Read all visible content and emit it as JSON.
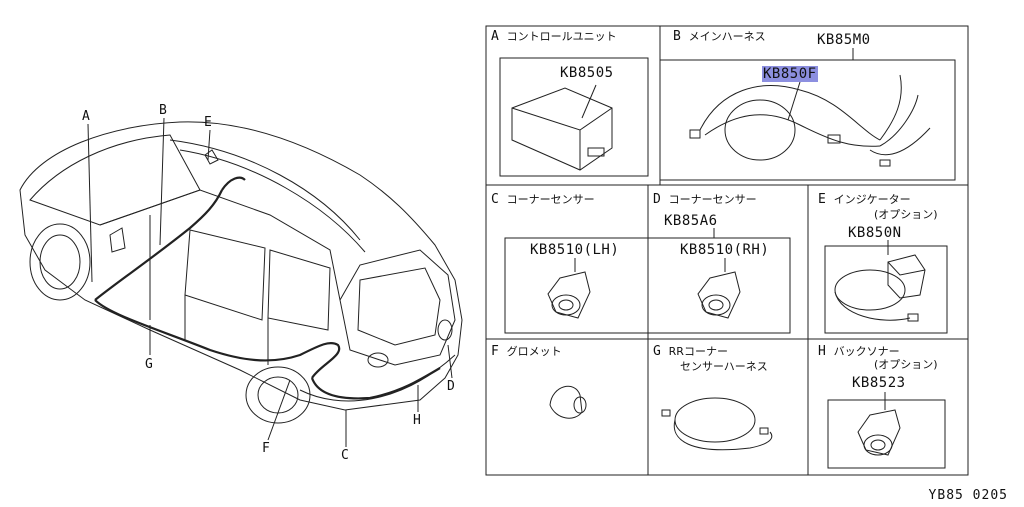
{
  "callouts": {
    "A": "A",
    "B": "B",
    "C": "C",
    "D": "D",
    "E": "E",
    "F": "F",
    "G": "G",
    "H": "H"
  },
  "panels": {
    "A": {
      "letter": "A",
      "title": "コントロールユニット",
      "part": "KB8505"
    },
    "B": {
      "letter": "B",
      "title": "メインハーネス",
      "assembly": "KB85M0",
      "part": "KB850F"
    },
    "C": {
      "letter": "C",
      "title": "コーナーセンサー",
      "part": "KB8510(LH)"
    },
    "D": {
      "letter": "D",
      "title": "コーナーセンサー",
      "assembly": "KB85A6",
      "part": "KB8510(RH)"
    },
    "E": {
      "letter": "E",
      "title": "インジケーター",
      "subtitle": "(オプション)",
      "part": "KB850N"
    },
    "F": {
      "letter": "F",
      "title": "グロメット"
    },
    "G": {
      "letter": "G",
      "title": "RRコーナー",
      "subtitle": "センサーハーネス"
    },
    "H": {
      "letter": "H",
      "title": "バックソナー",
      "subtitle": "(オプション)",
      "part": "KB8523"
    }
  },
  "highlight_color": "#8c8fe0",
  "footer_code": "YB85 0205"
}
